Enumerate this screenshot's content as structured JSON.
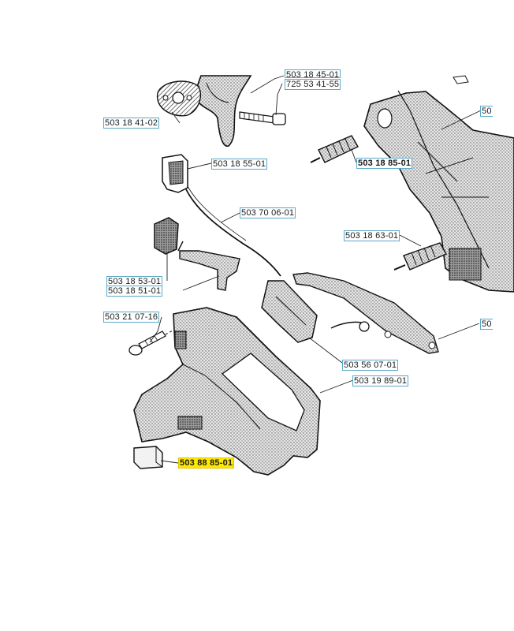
{
  "colors": {
    "label_box": "#5aa9c8",
    "highlight": "#ffe800",
    "ink": "#1a1a1a",
    "part_fill": "#cfcfcf"
  },
  "labels": [
    {
      "id": "l0",
      "text": "503 18 45-01",
      "bold": false,
      "highlight": false
    },
    {
      "id": "l1",
      "text": "725 53 41-55",
      "bold": false,
      "highlight": false
    },
    {
      "id": "l2",
      "text": "503 18 41-02",
      "bold": false,
      "highlight": false
    },
    {
      "id": "l3",
      "text": "503 18 55-01",
      "bold": false,
      "highlight": false
    },
    {
      "id": "l4",
      "text": "503 18 85-01",
      "bold": true,
      "highlight": false
    },
    {
      "id": "l5",
      "text": "503 70 06-01",
      "bold": false,
      "highlight": false
    },
    {
      "id": "l6",
      "text": "503 18 63-01",
      "bold": false,
      "highlight": false
    },
    {
      "id": "l7",
      "text": "503 18 53-01",
      "bold": false,
      "highlight": false
    },
    {
      "id": "l8",
      "text": "503 18 51-01",
      "bold": false,
      "highlight": false
    },
    {
      "id": "l9",
      "text": "503 21 07-16",
      "bold": false,
      "highlight": false
    },
    {
      "id": "l10",
      "text": "503 56 07-01",
      "bold": false,
      "highlight": false
    },
    {
      "id": "l11",
      "text": "503 19 89-01",
      "bold": false,
      "highlight": false
    },
    {
      "id": "l12",
      "text": "503 88 85-01",
      "bold": true,
      "highlight": true
    },
    {
      "id": "l13",
      "text": "50",
      "bold": false,
      "highlight": false
    },
    {
      "id": "l14",
      "text": "50",
      "bold": false,
      "highlight": false
    }
  ]
}
